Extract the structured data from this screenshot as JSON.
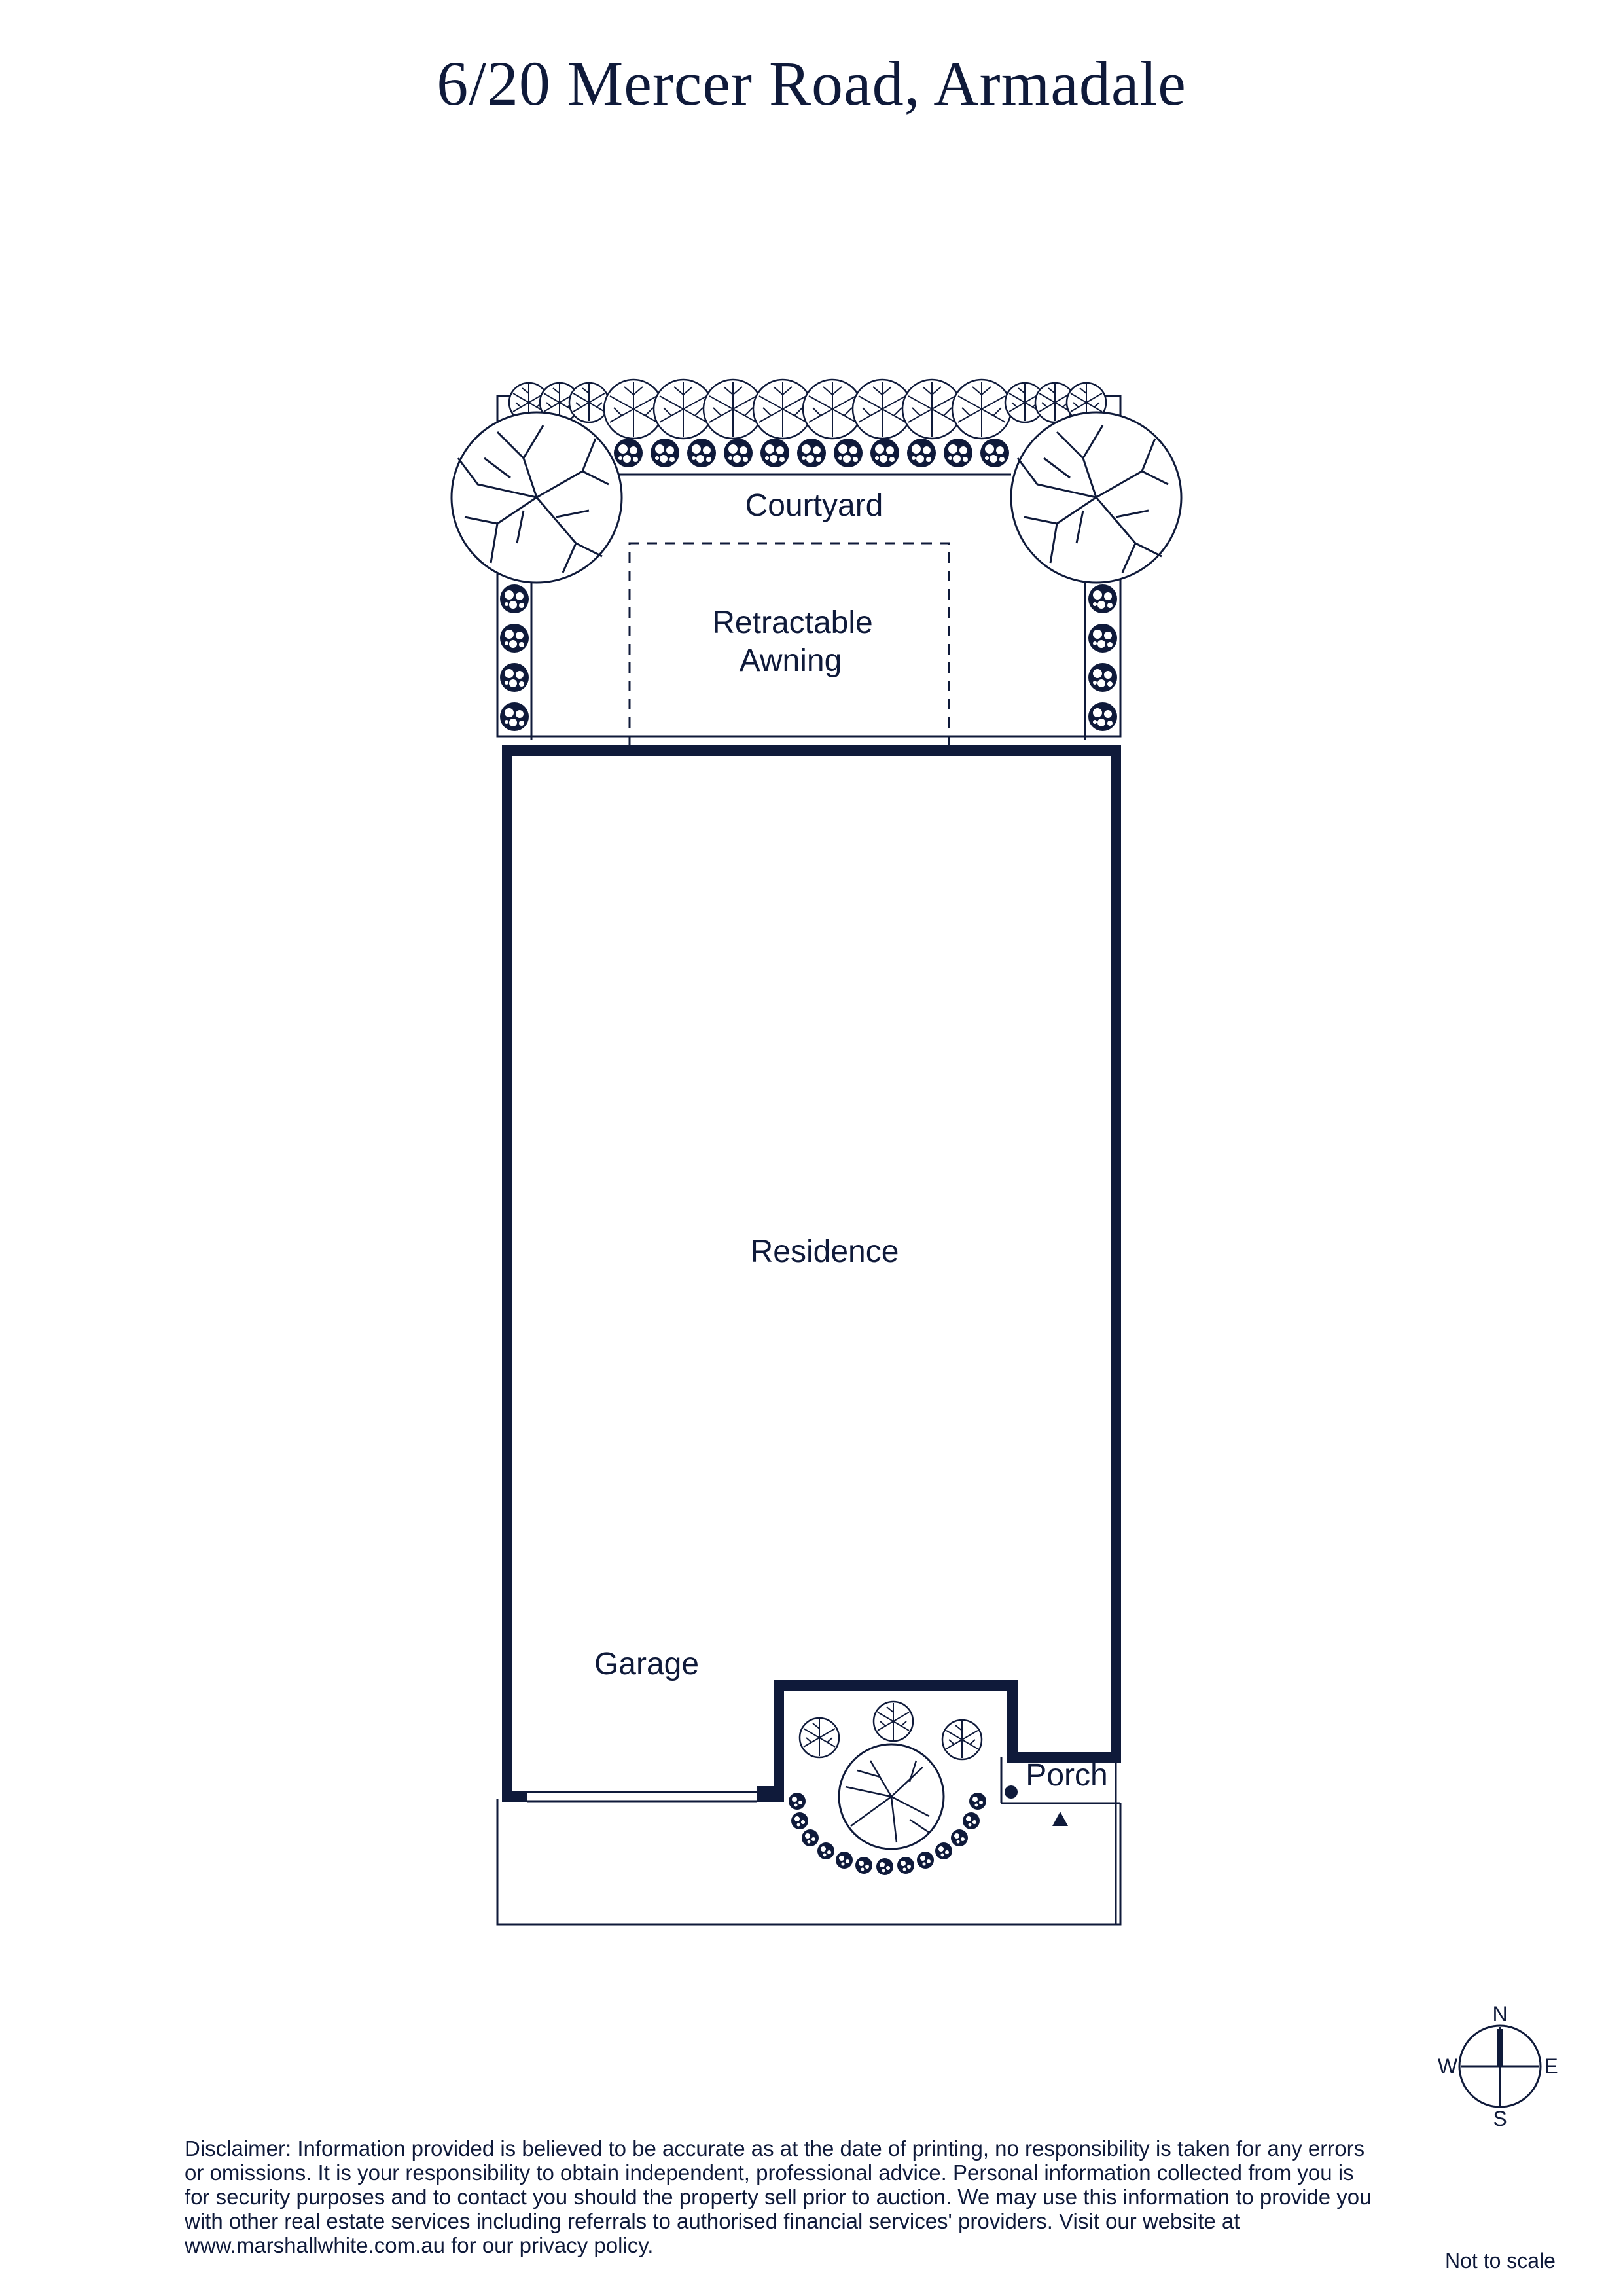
{
  "title": "6/20 Mercer Road, Armadale",
  "rooms": {
    "courtyard": "Courtyard",
    "awning_line1": "Retractable",
    "awning_line2": "Awning",
    "residence": "Residence",
    "garage": "Garage",
    "porch": "Porch"
  },
  "compass": {
    "n": "N",
    "s": "S",
    "e": "E",
    "w": "W"
  },
  "disclaimer": "Disclaimer: Information provided is believed to be accurate as at the date of printing, no responsibility is taken for any errors or omissions. It is your responsibility to obtain independent, professional advice. Personal information collected from you is for security purposes and to contact you should the property sell prior to auction. We may use this information to provide you with other real estate services including referrals to authorised financial services' providers. Visit our website at www.marshallwhite.com.au for our privacy policy.",
  "scale_note": "Not to scale",
  "colors": {
    "ink": "#0f1a3a",
    "background": "#ffffff"
  }
}
